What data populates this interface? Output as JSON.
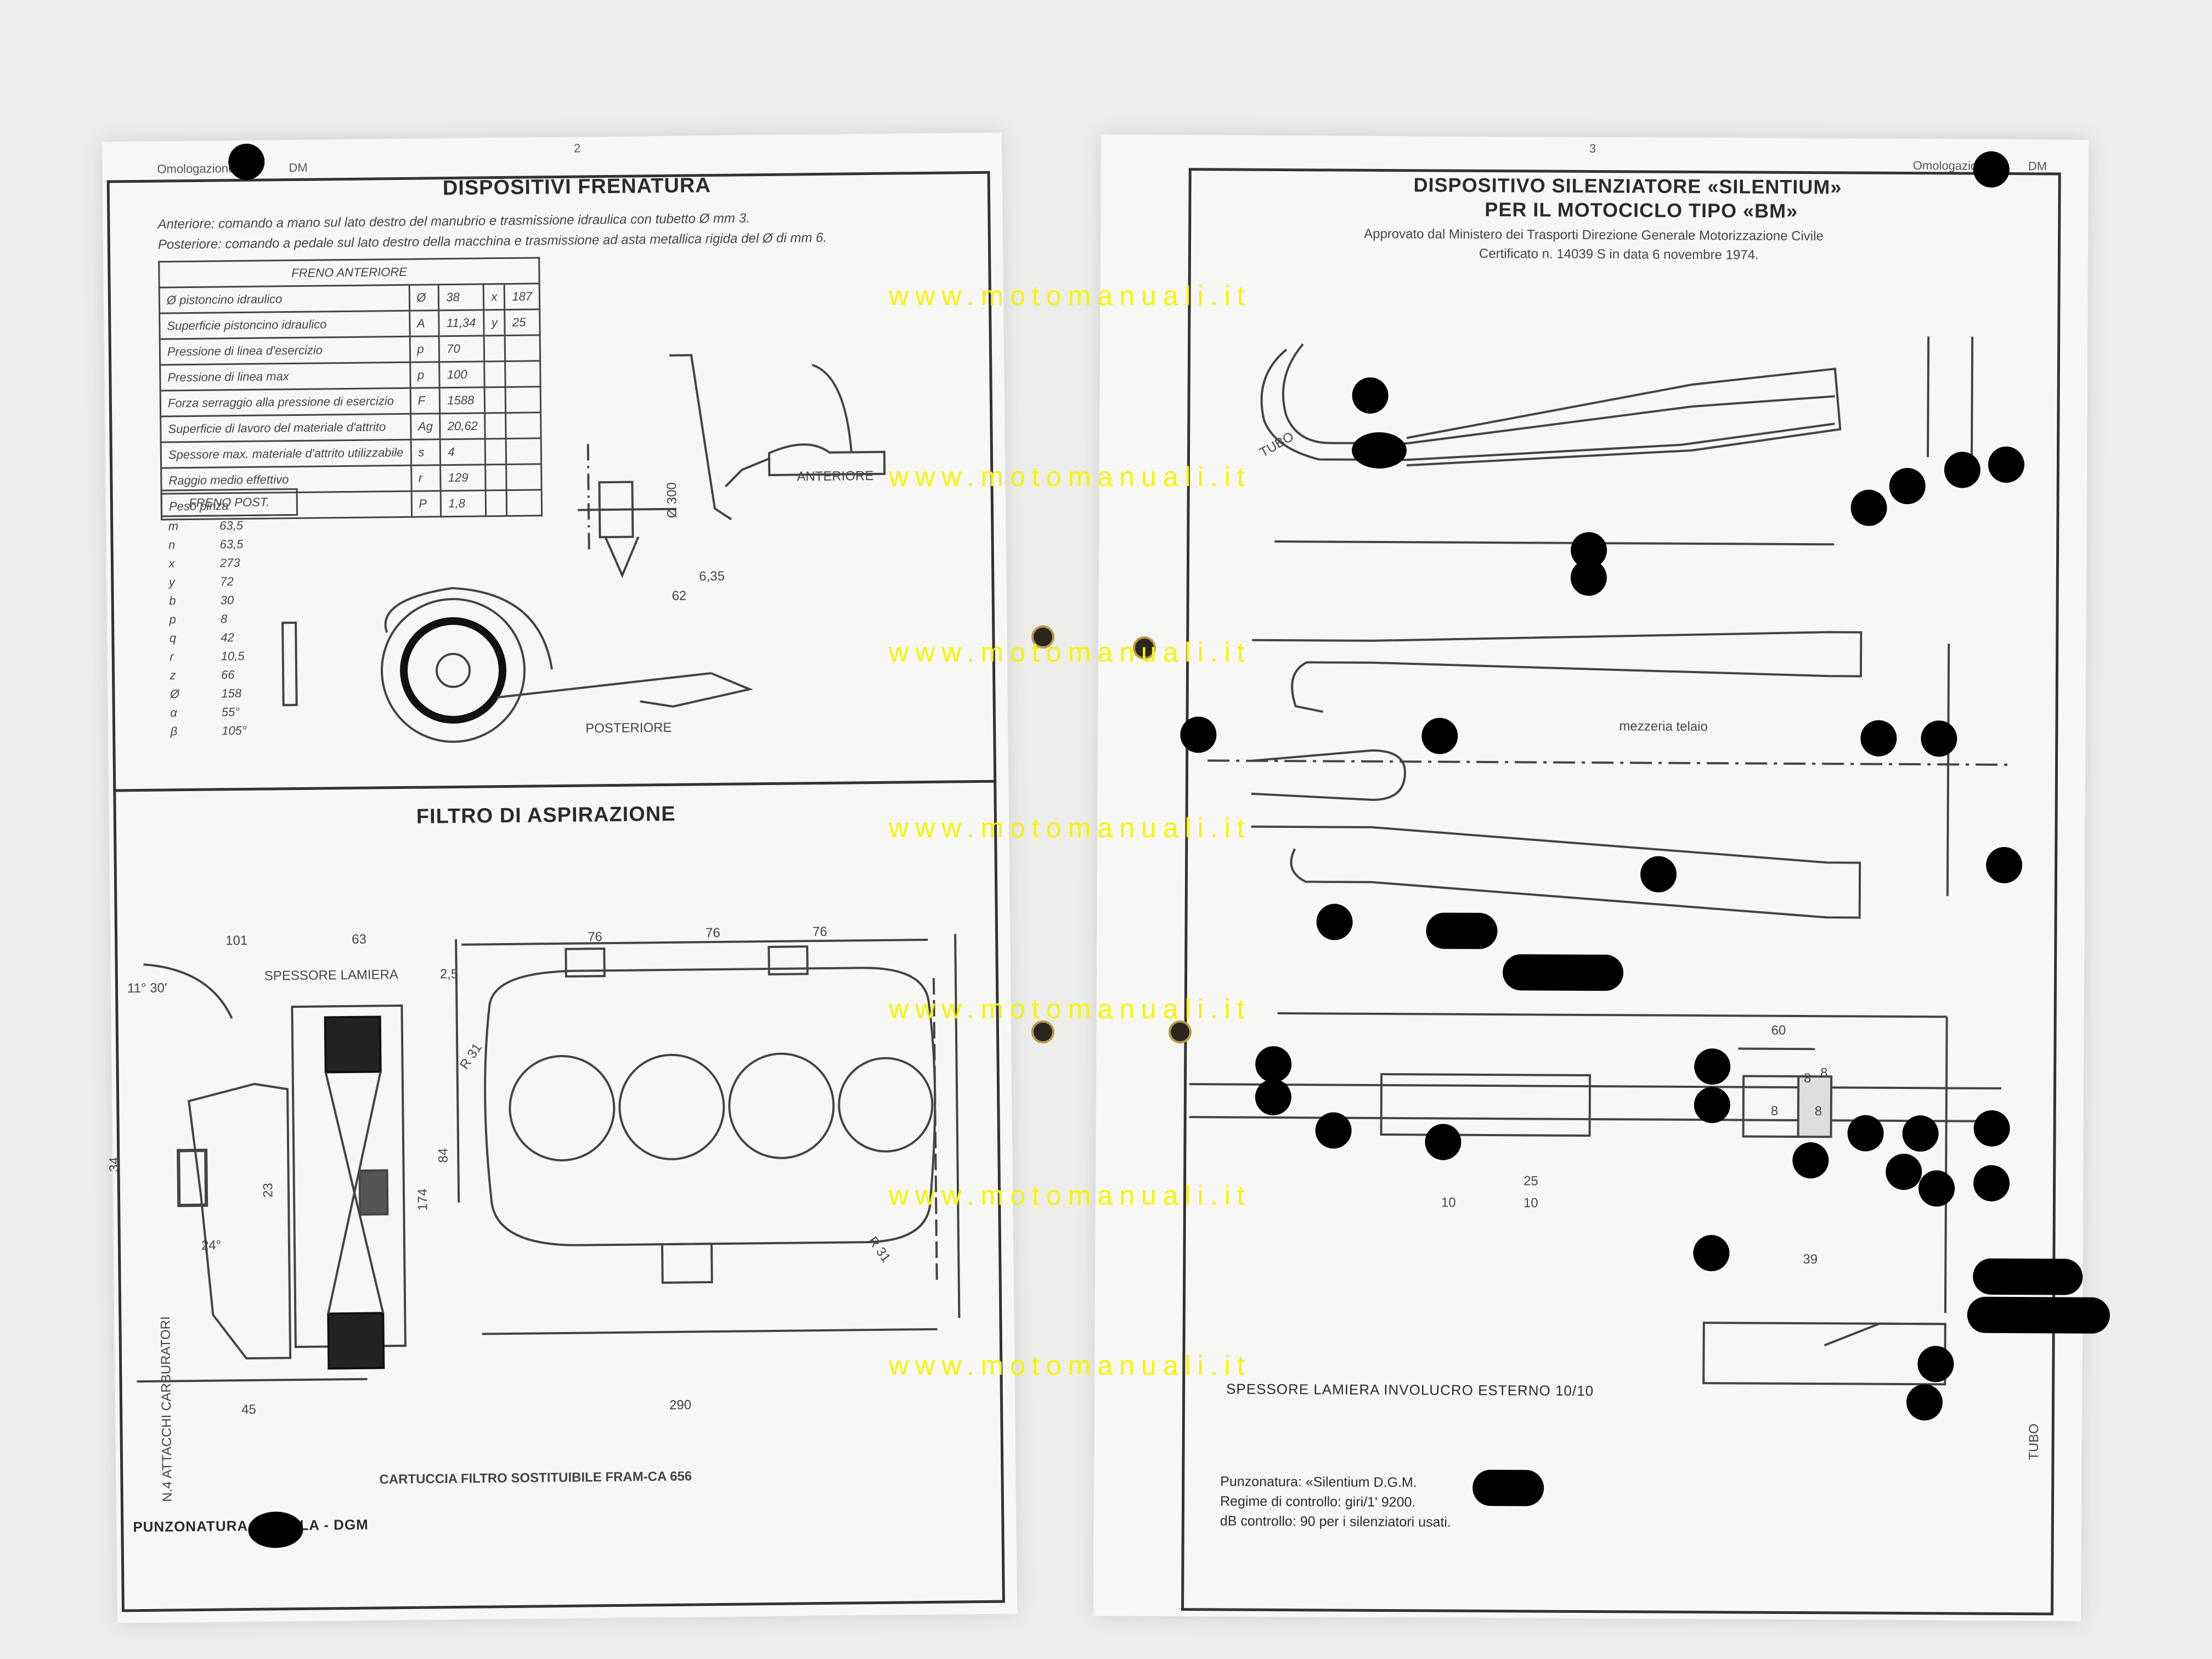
{
  "left": {
    "header_left": "Omologazione",
    "header_right": "DM",
    "page_no": "2",
    "title_brakes": "DISPOSITIVI FRENATURA",
    "line_front": "Anteriore: comando a mano sul lato destro del manubrio e trasmissione idraulica con tubetto Ø mm 3.",
    "line_rear": "Posteriore: comando a pedale sul lato destro della macchina e trasmissione ad asta metallica rigida del Ø di mm 6.",
    "front_table": {
      "header": "FRENO ANTERIORE",
      "rows": [
        {
          "label": "Ø pistoncino idraulico",
          "sym": "Ø",
          "val": "38",
          "sym2": "x",
          "val2": "187"
        },
        {
          "label": "Superficie pistoncino idraulico",
          "sym": "A",
          "val": "11,34",
          "sym2": "y",
          "val2": "25"
        },
        {
          "label": "Pressione di linea d'esercizio",
          "sym": "p",
          "val": "70",
          "sym2": "",
          "val2": ""
        },
        {
          "label": "Pressione di linea max",
          "sym": "p",
          "val": "100",
          "sym2": "",
          "val2": ""
        },
        {
          "label": "Forza serraggio alla pressione di esercizio",
          "sym": "F",
          "val": "1588",
          "sym2": "",
          "val2": ""
        },
        {
          "label": "Superficie di lavoro del materiale d'attrito",
          "sym": "Ag",
          "val": "20,62",
          "sym2": "",
          "val2": ""
        },
        {
          "label": "Spessore max. materiale d'attrito utilizzabile",
          "sym": "s",
          "val": "4",
          "sym2": "",
          "val2": ""
        },
        {
          "label": "Raggio medio effettivo",
          "sym": "r",
          "val": "129",
          "sym2": "",
          "val2": ""
        },
        {
          "label": "Peso pinza",
          "sym": "P",
          "val": "1,8",
          "sym2": "",
          "val2": ""
        }
      ]
    },
    "rear_table": {
      "header": "FRENO POST.",
      "rows": [
        {
          "sym": "m",
          "val": "63,5"
        },
        {
          "sym": "n",
          "val": "63,5"
        },
        {
          "sym": "x",
          "val": "273"
        },
        {
          "sym": "y",
          "val": "72"
        },
        {
          "sym": "b",
          "val": "30"
        },
        {
          "sym": "p",
          "val": "8"
        },
        {
          "sym": "q",
          "val": "42"
        },
        {
          "sym": "r",
          "val": "10,5"
        },
        {
          "sym": "z",
          "val": "66"
        },
        {
          "sym": "Ø",
          "val": "158"
        },
        {
          "sym": "α",
          "val": "55°"
        },
        {
          "sym": "β",
          "val": "105°"
        }
      ]
    },
    "label_anteriore": "ANTERIORE",
    "label_posteriore": "POSTERIORE",
    "dim_300": "Ø 300",
    "dim_635": "6,35",
    "dim_62": "62",
    "title_filter": "FILTRO DI ASPIRAZIONE",
    "dims_top": [
      "101",
      "63",
      "2,5",
      "76",
      "76",
      "76"
    ],
    "label_spessore": "SPESSORE LAMIERA",
    "dim_angle": "11° 30'",
    "dims_side": [
      "34",
      "23",
      "84",
      "174"
    ],
    "dim_24": "24°",
    "dim_45": "45",
    "dim_290": "290",
    "dim_r31": "R 31",
    "label_carb": "N.4 ATTACCHI CARBURATORI",
    "label_cartuccia": "CARTUCCIA FILTRO SOSTITUIBILE FRAM-CA 656",
    "footer": "PUNZONATURA: «MAPLA - DGM"
  },
  "right": {
    "page_no": "3",
    "header_right": "Omologazione",
    "header_dm": "DM",
    "title1": "DISPOSITIVO SILENZIATORE «SILENTIUM»",
    "title2": "PER IL MOTOCICLO TIPO «BM»",
    "approved": "Approvato dal Ministero dei Trasporti Direzione Generale Motorizzazione Civile",
    "certificate": "Certificato n. 14039 S in data 6 novembre 1974.",
    "label_tubo": "TUBO",
    "label_mezzeria": "mezzeria telaio",
    "dims": [
      "60",
      "8",
      "8",
      "8",
      "25",
      "10",
      "10",
      "39",
      "8"
    ],
    "label_tubo2": "TUBO",
    "spessore": "SPESSORE LAMIERA INVOLUCRO ESTERNO 10/10",
    "punz": "Punzonatura: «Silentium D.G.M.",
    "regime": "Regime di controllo: giri/1' 9200.",
    "db": "dB controllo: 90 per i silenziatori usati."
  },
  "watermark": "www.motomanuali.it"
}
